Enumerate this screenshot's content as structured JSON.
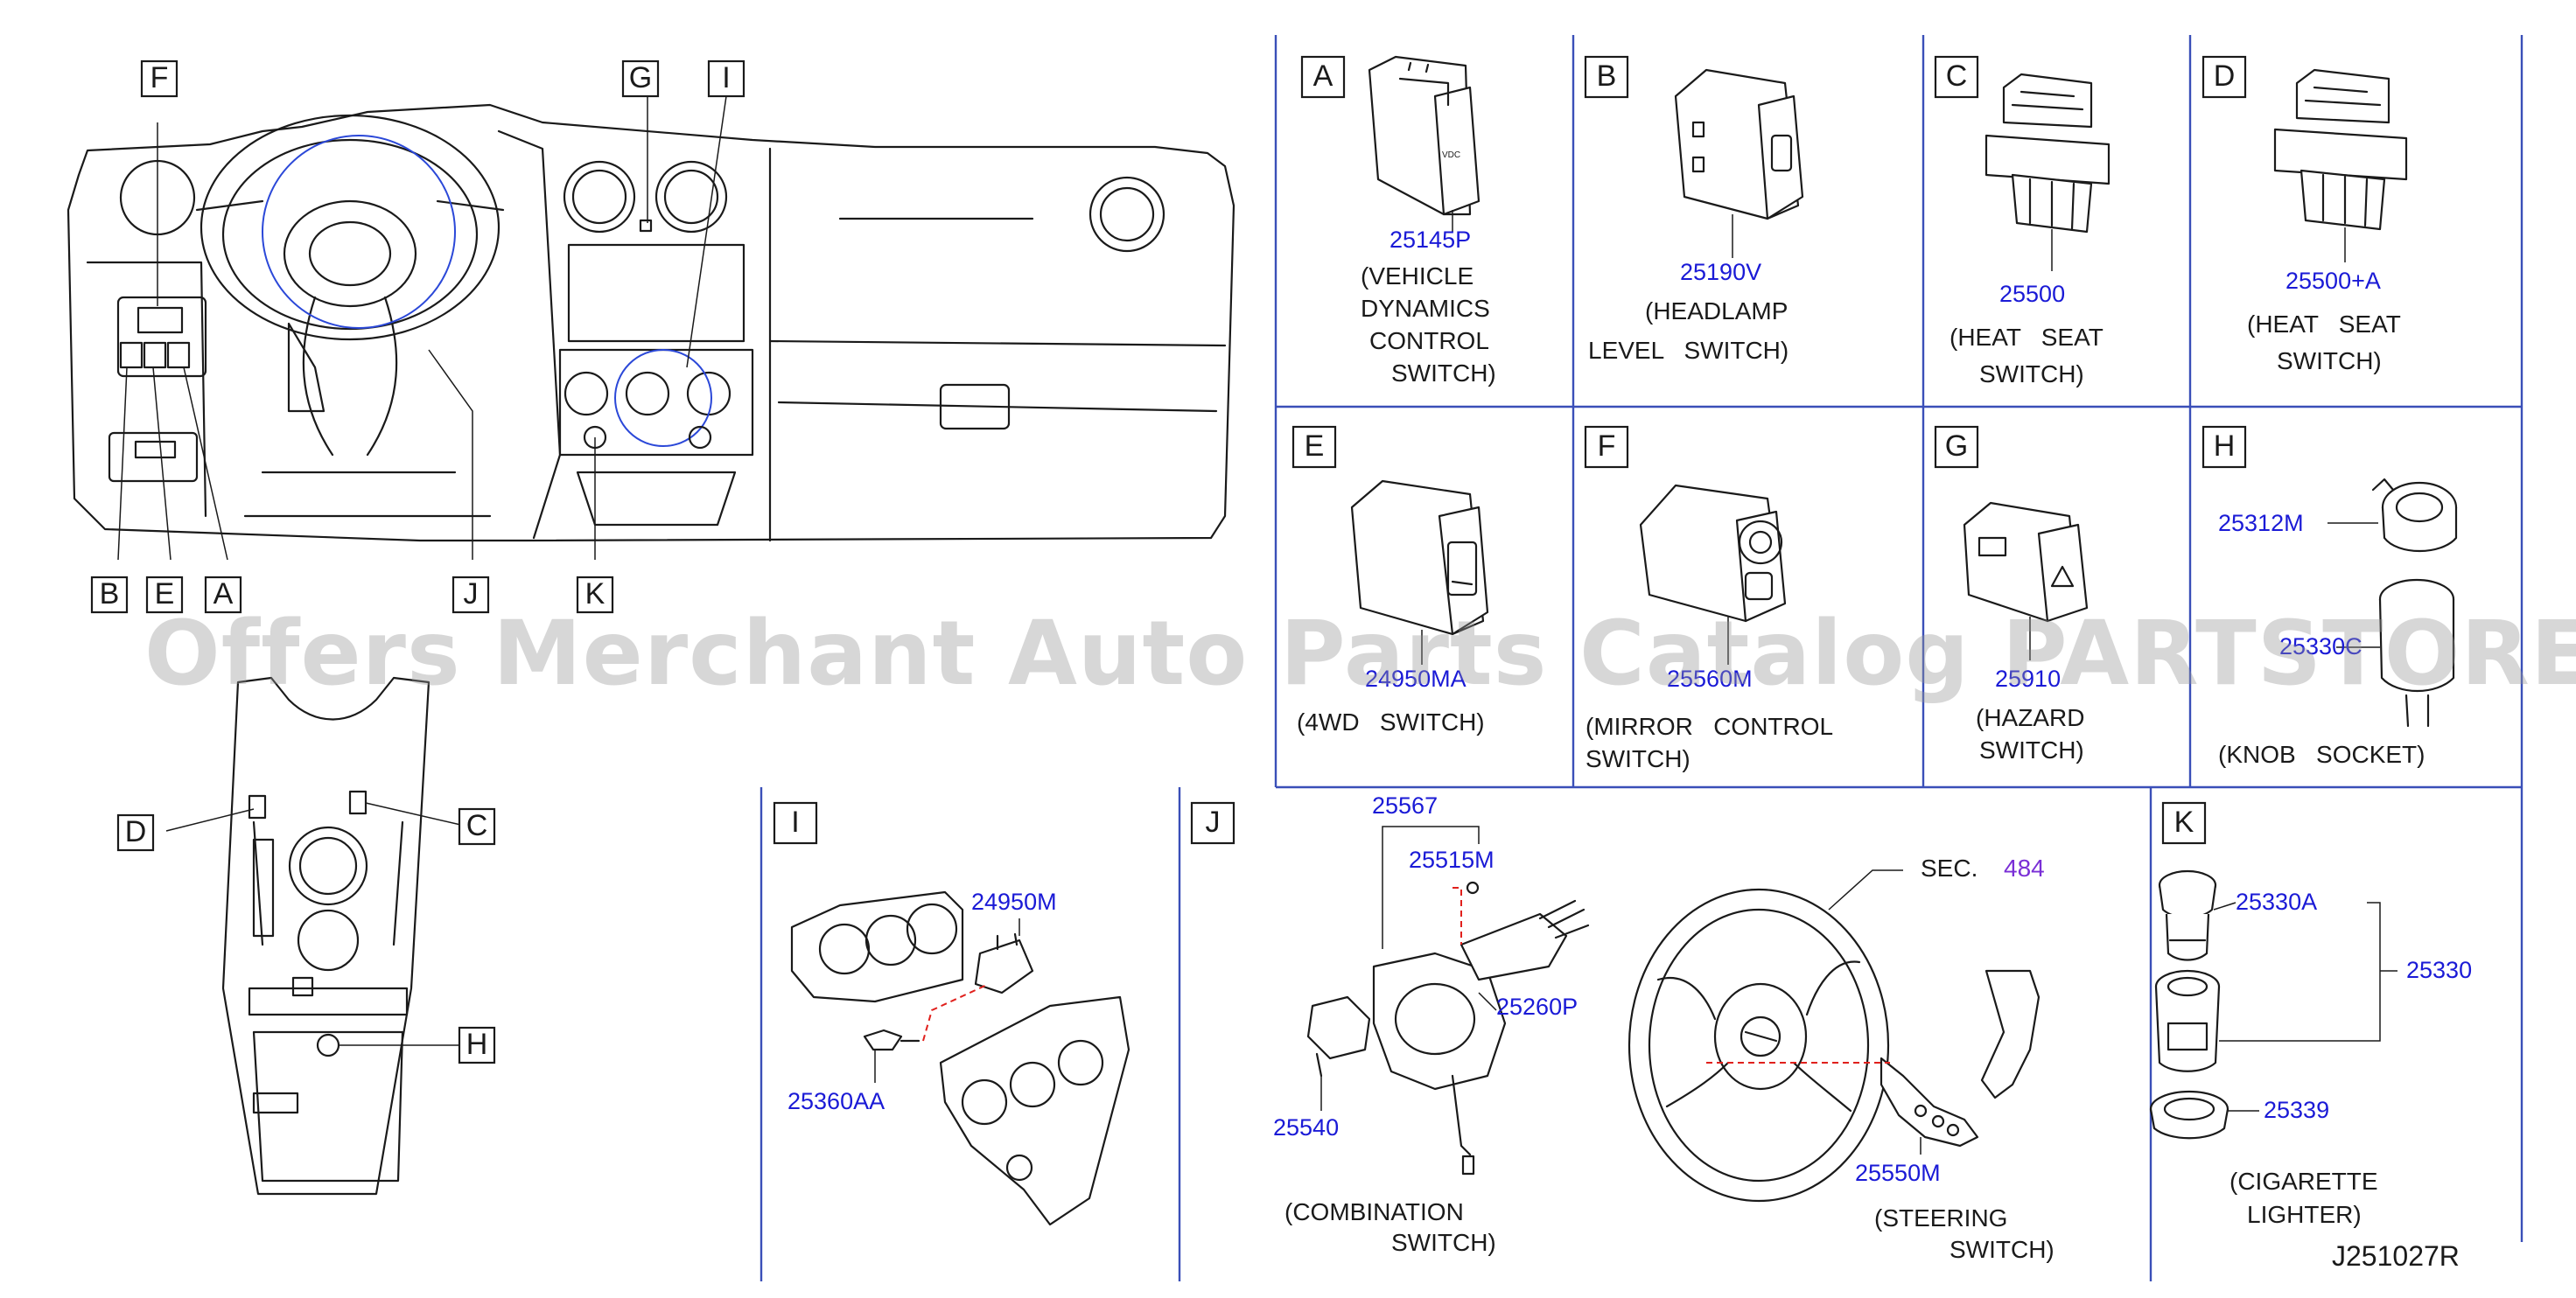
{
  "diagram_id": "J251027R",
  "watermark": "Offers Merchant Auto Parts Catalog PARTSTORE.SA",
  "colors": {
    "line": "#1a1a1a",
    "part_number": "#1a1ad6",
    "section_ref": "#7a2fd6",
    "frame": "#3a4fb8",
    "leader_red": "#e0201c"
  },
  "overview": {
    "dash_callouts": [
      "F",
      "G",
      "I",
      "B",
      "E",
      "A",
      "J",
      "K"
    ],
    "console_callouts": [
      "D",
      "C",
      "H"
    ]
  },
  "panels": [
    {
      "letter": "A",
      "part": "25145P",
      "desc": [
        "(VEHICLE",
        "DYNAMICS",
        "CONTROL",
        "SWITCH)"
      ]
    },
    {
      "letter": "B",
      "part": "25190V",
      "desc": [
        "(HEADLAMP",
        "LEVEL   SWITCH)"
      ]
    },
    {
      "letter": "C",
      "part": "25500",
      "desc": [
        "(HEAT   SEAT",
        "SWITCH)"
      ]
    },
    {
      "letter": "D",
      "part": "25500+A",
      "desc": [
        "(HEAT   SEAT",
        "SWITCH)"
      ]
    },
    {
      "letter": "E",
      "part": "24950MA",
      "desc": [
        "(4WD   SWITCH)"
      ]
    },
    {
      "letter": "F",
      "part": "25560M",
      "desc": [
        "(MIRROR   CONTROL",
        "SWITCH)"
      ]
    },
    {
      "letter": "G",
      "part": "25910",
      "desc": [
        "(HAZARD",
        "SWITCH)"
      ]
    },
    {
      "letter": "H",
      "parts": [
        "25312M",
        "25330C"
      ],
      "desc": [
        "(KNOB   SOCKET)"
      ]
    },
    {
      "letter": "I",
      "parts": [
        "24950M",
        "25360AA"
      ]
    },
    {
      "letter": "J",
      "parts": [
        "25567",
        "25515M",
        "25260P",
        "25540",
        "25550M"
      ],
      "section_label": "SEC.",
      "section_num": "484",
      "desc_combination": [
        "(COMBINATION",
        "SWITCH)"
      ],
      "desc_steering": [
        "(STEERING",
        "SWITCH)"
      ]
    },
    {
      "letter": "K",
      "parts": [
        "25330A",
        "25330",
        "25339"
      ],
      "desc": [
        "(CIGARETTE",
        "LIGHTER)"
      ]
    }
  ]
}
